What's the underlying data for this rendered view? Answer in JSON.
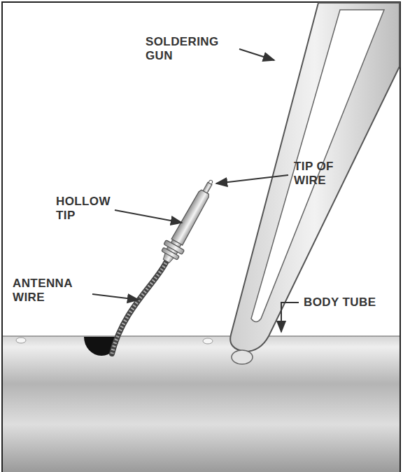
{
  "diagram": {
    "labels": [
      "SOLDERING GUN",
      "TIP OF WIRE",
      "HOLLOW TIP",
      "ANTENNA WIRE",
      "BODY TUBE"
    ]
  }
}
